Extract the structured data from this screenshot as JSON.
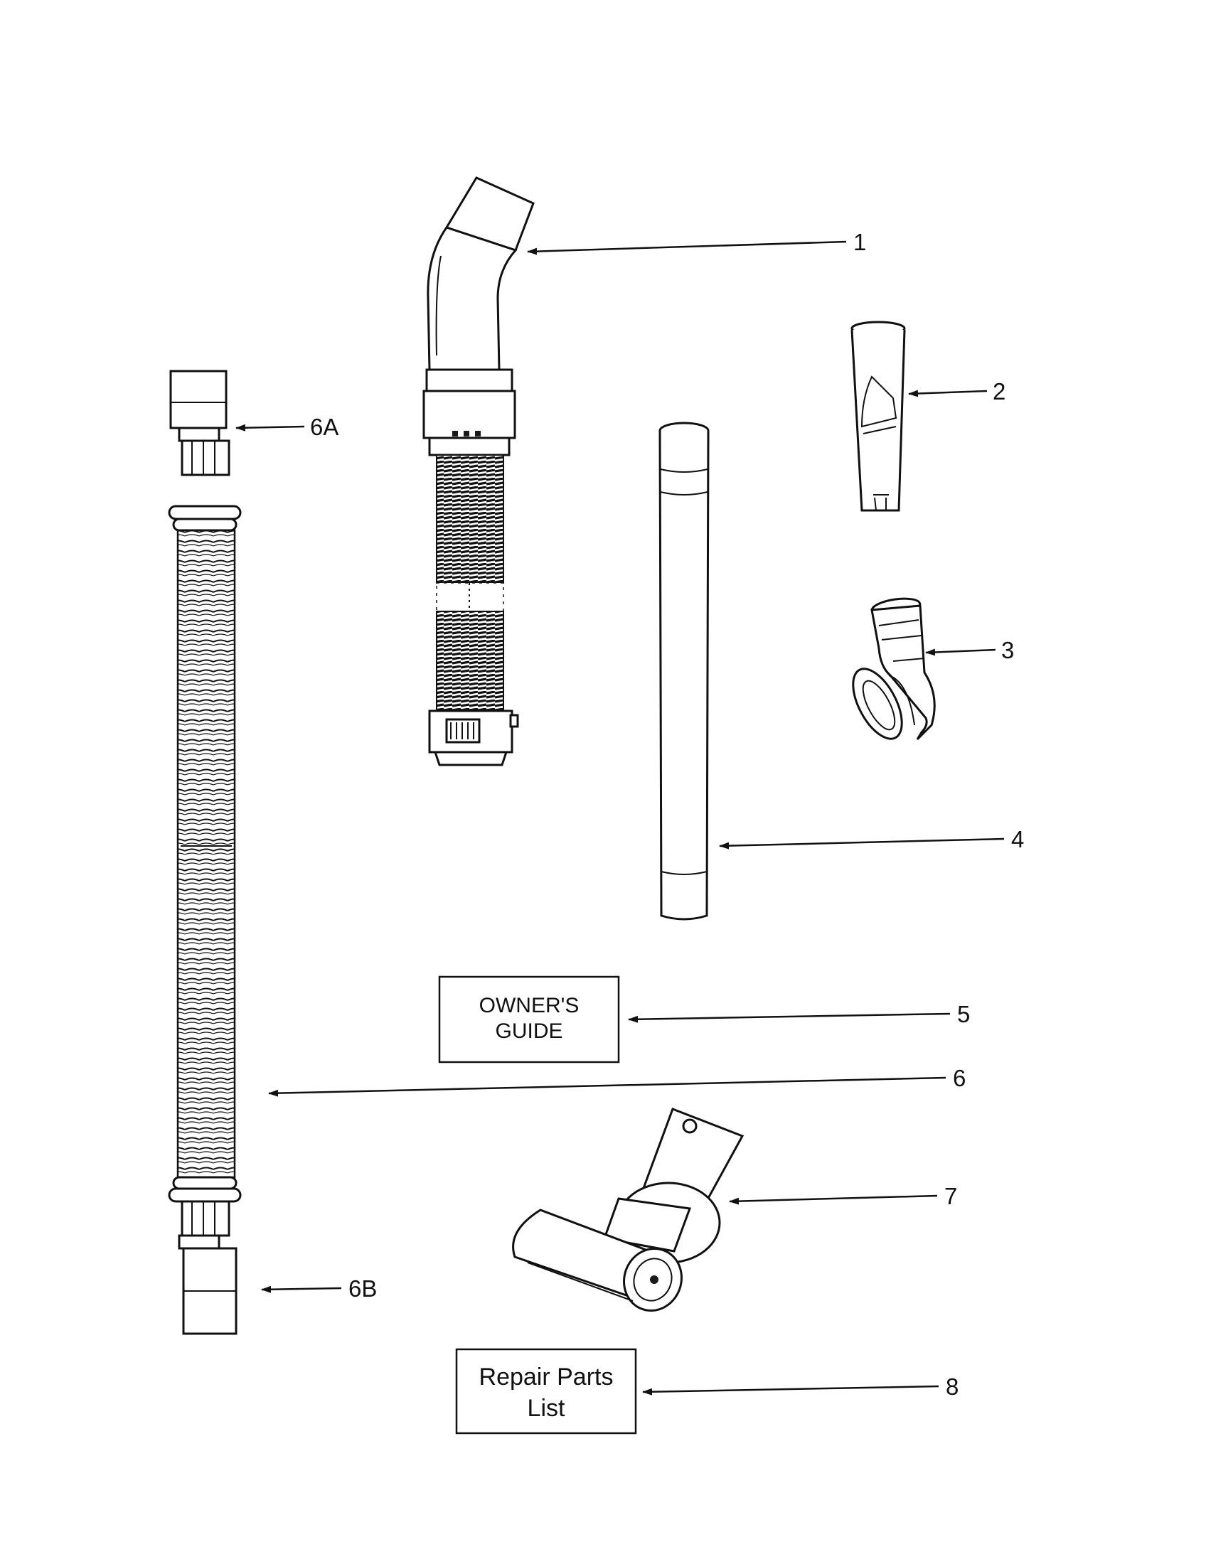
{
  "callouts": {
    "c1": "1",
    "c2": "2",
    "c3": "3",
    "c4": "4",
    "c5": "5",
    "c6": "6",
    "c6a": "6A",
    "c6b": "6B",
    "c7": "7",
    "c8": "8"
  },
  "boxes": {
    "owners_guide_line1": "OWNER'S",
    "owners_guide_line2": "GUIDE",
    "repair_parts_line1": "Repair Parts",
    "repair_parts_line2": "List"
  }
}
